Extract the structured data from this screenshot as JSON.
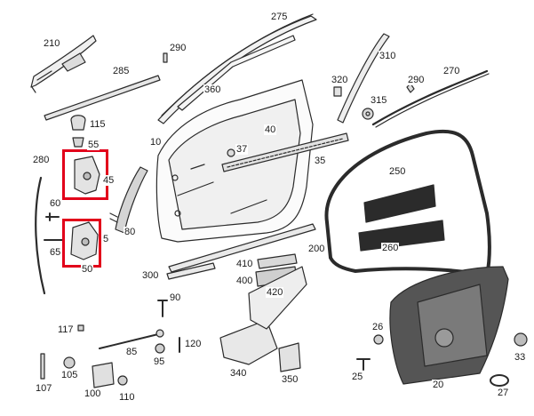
{
  "diagram": {
    "highlight_color": "#e2001a",
    "line_color": "#2b2b2b",
    "callouts": [
      {
        "id": "p275",
        "text": "275"
      },
      {
        "id": "p210",
        "text": "210"
      },
      {
        "id": "p290a",
        "text": "290"
      },
      {
        "id": "p285",
        "text": "285"
      },
      {
        "id": "p310",
        "text": "310"
      },
      {
        "id": "p360",
        "text": "360"
      },
      {
        "id": "p320",
        "text": "320"
      },
      {
        "id": "p290b",
        "text": "290"
      },
      {
        "id": "p270",
        "text": "270"
      },
      {
        "id": "p315",
        "text": "315"
      },
      {
        "id": "p115",
        "text": "115"
      },
      {
        "id": "p55",
        "text": "55"
      },
      {
        "id": "p10",
        "text": "10"
      },
      {
        "id": "p40",
        "text": "40"
      },
      {
        "id": "p37",
        "text": "37"
      },
      {
        "id": "p280",
        "text": "280"
      },
      {
        "id": "p45",
        "text": "45"
      },
      {
        "id": "p35",
        "text": "35"
      },
      {
        "id": "p250",
        "text": "250"
      },
      {
        "id": "p60",
        "text": "60"
      },
      {
        "id": "p5",
        "text": "5"
      },
      {
        "id": "p80",
        "text": "80"
      },
      {
        "id": "p65",
        "text": "65"
      },
      {
        "id": "p50",
        "text": "50"
      },
      {
        "id": "p260",
        "text": "260"
      },
      {
        "id": "p200",
        "text": "200"
      },
      {
        "id": "p410",
        "text": "410"
      },
      {
        "id": "p300",
        "text": "300"
      },
      {
        "id": "p400",
        "text": "400"
      },
      {
        "id": "p420",
        "text": "420"
      },
      {
        "id": "p90",
        "text": "90"
      },
      {
        "id": "p117",
        "text": "117"
      },
      {
        "id": "p26",
        "text": "26"
      },
      {
        "id": "p120",
        "text": "120"
      },
      {
        "id": "p85",
        "text": "85"
      },
      {
        "id": "p95",
        "text": "95"
      },
      {
        "id": "p33",
        "text": "33"
      },
      {
        "id": "p105",
        "text": "105"
      },
      {
        "id": "p340",
        "text": "340"
      },
      {
        "id": "p350",
        "text": "350"
      },
      {
        "id": "p25",
        "text": "25"
      },
      {
        "id": "p107",
        "text": "107"
      },
      {
        "id": "p100",
        "text": "100"
      },
      {
        "id": "p110",
        "text": "110"
      },
      {
        "id": "p20",
        "text": "20"
      },
      {
        "id": "p27",
        "text": "27"
      }
    ]
  }
}
